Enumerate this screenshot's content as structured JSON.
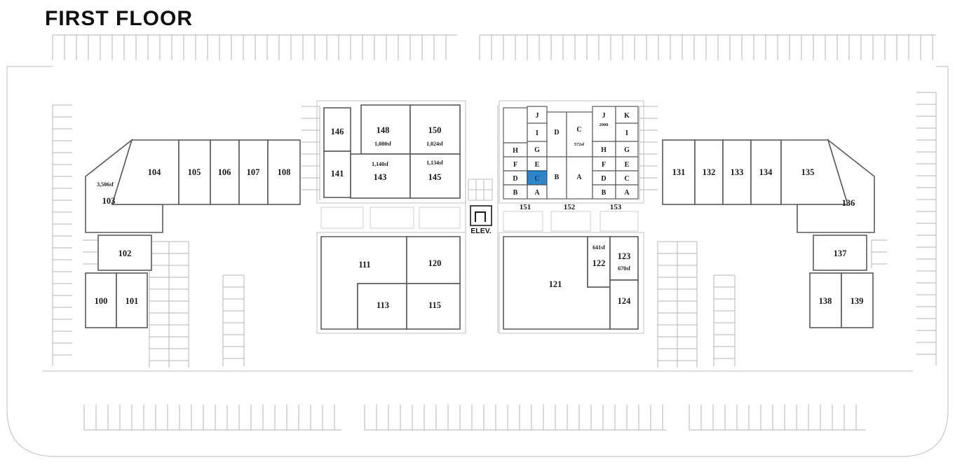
{
  "title": "FIRST FLOOR",
  "elevator_label": "ELEV.",
  "highlight": {
    "group": "151",
    "unit": "C",
    "color": "#2e86c8"
  },
  "units": {
    "u100": {
      "label": "100"
    },
    "u101": {
      "label": "101"
    },
    "u102": {
      "label": "102"
    },
    "u103": {
      "label": "103",
      "sf": "3,506sf"
    },
    "u104": {
      "label": "104"
    },
    "u105": {
      "label": "105"
    },
    "u106": {
      "label": "106"
    },
    "u107": {
      "label": "107"
    },
    "u108": {
      "label": "108"
    },
    "u111": {
      "label": "111"
    },
    "u113": {
      "label": "113"
    },
    "u115": {
      "label": "115"
    },
    "u120": {
      "label": "120"
    },
    "u121": {
      "label": "121"
    },
    "u122": {
      "label": "122",
      "sf": "641sf"
    },
    "u123": {
      "label": "123",
      "sf": "670sf"
    },
    "u124": {
      "label": "124"
    },
    "u131": {
      "label": "131"
    },
    "u132": {
      "label": "132"
    },
    "u133": {
      "label": "133"
    },
    "u134": {
      "label": "134"
    },
    "u135": {
      "label": "135"
    },
    "u136": {
      "label": "136"
    },
    "u137": {
      "label": "137"
    },
    "u138": {
      "label": "138"
    },
    "u139": {
      "label": "139"
    },
    "u141": {
      "label": "141"
    },
    "u143": {
      "label": "143",
      "sf": "1,140sf"
    },
    "u145": {
      "label": "145",
      "sf": "1,134sf"
    },
    "u146": {
      "label": "146"
    },
    "u148": {
      "label": "148",
      "sf": "1,080sf"
    },
    "u150": {
      "label": "150",
      "sf": "1,024sf"
    }
  },
  "groups": {
    "g151": "151",
    "g152": "152",
    "g153": "153"
  },
  "cells": {
    "c151_J": "J",
    "c151_I": "I",
    "c151_G": "G",
    "c151_E": "E",
    "c151_C": "C",
    "c151_A": "A",
    "c151_H": "H",
    "c151_F": "F",
    "c151_D": "D",
    "c151_B": "B",
    "c152_D": "D",
    "c152_B": "B",
    "c152_C": "C",
    "c152_C_sf": "572sf",
    "c152_A": "A",
    "c153_J": "J",
    "c153_J_sf": "2900",
    "c153_H": "H",
    "c153_F": "F",
    "c153_D": "D",
    "c153_B": "B",
    "c153_K": "K",
    "c153_I": "I",
    "c153_G": "G",
    "c153_E": "E",
    "c153_C": "C",
    "c153_A": "A"
  }
}
